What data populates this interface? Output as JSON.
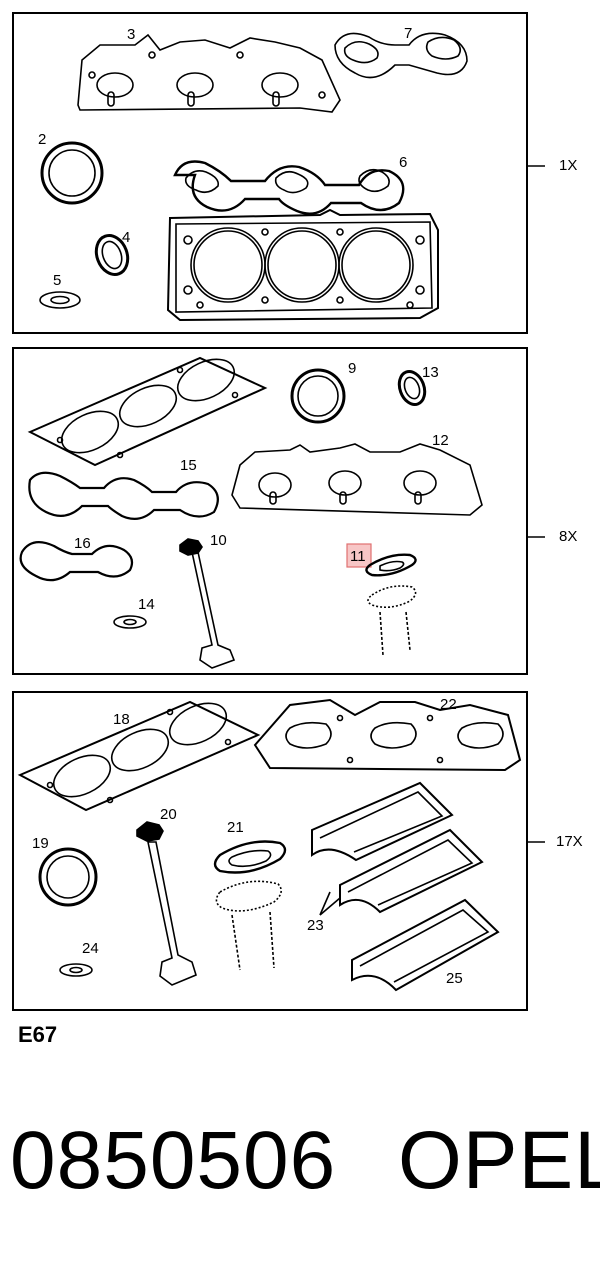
{
  "panels": [
    {
      "qty": "1X",
      "labels": [
        "2",
        "3",
        "4",
        "5",
        "6",
        "7"
      ]
    },
    {
      "qty": "8X",
      "labels": [
        "9",
        "10",
        "11",
        "12",
        "13",
        "14",
        "15",
        "16"
      ]
    },
    {
      "qty": "17X",
      "labels": [
        "18",
        "19",
        "20",
        "21",
        "22",
        "23",
        "24",
        "25"
      ]
    }
  ],
  "highlighted_part": "11",
  "diagram_code": "E67",
  "part_number": "0850506",
  "brand": "OPEL",
  "colors": {
    "highlight_fill": "#f7c6c6",
    "highlight_stroke": "#e07070"
  }
}
